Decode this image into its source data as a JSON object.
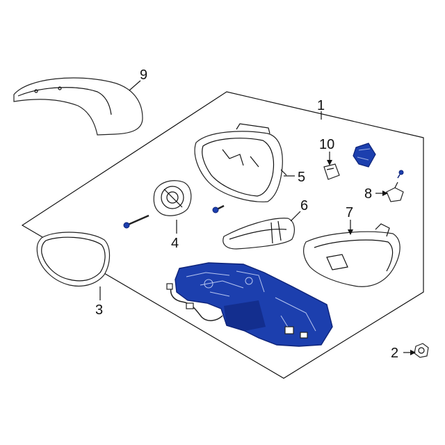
{
  "colors": {
    "highlight_fill": "#1c3fae",
    "highlight_dark": "#0e2378",
    "line": "#111111",
    "part_fill": "#ffffff"
  },
  "callouts": {
    "c1": "1",
    "c2": "2",
    "c3": "3",
    "c4": "4",
    "c5": "5",
    "c6": "6",
    "c7": "7",
    "c8": "8",
    "c9": "9",
    "c10": "10"
  }
}
